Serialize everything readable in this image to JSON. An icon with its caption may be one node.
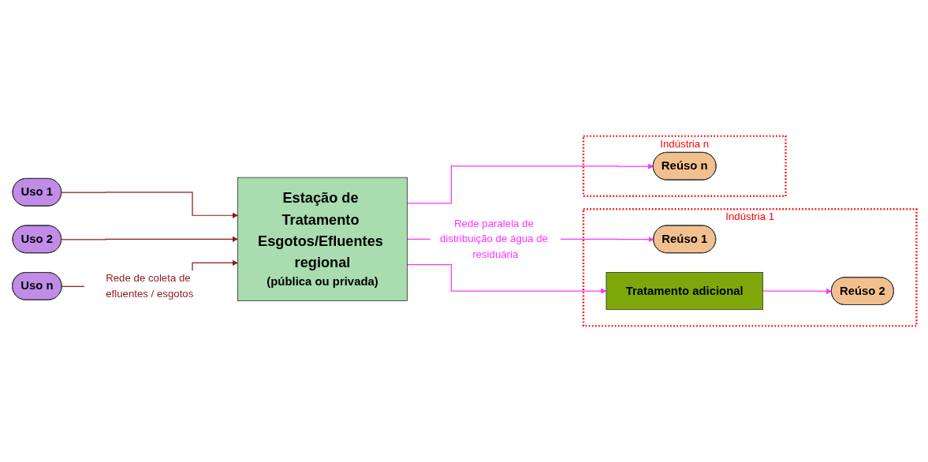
{
  "diagram": {
    "nodes": [
      {
        "text": [
          "Estação de Tratamento Esgotos/Efluentes regional",
          "(pública ou privada)"
        ]
      },
      {
        "text": [
          "Uso 1"
        ]
      },
      {
        "text": [
          "Uso 2"
        ]
      },
      {
        "text": [
          "Uso n"
        ]
      },
      {
        "text": [
          "Indústria 1"
        ]
      },
      {
        "text": [
          "Reúso 1"
        ],
        "in": 4
      },
      {
        "text": [
          "Tratamento adicional"
        ],
        "in": 4
      },
      {
        "text": [
          "Reúso 2"
        ],
        "in": 4
      },
      {
        "text": [
          "Indústria n"
        ]
      },
      {
        "text": [
          "Reúso n"
        ],
        "in": 8
      }
    ],
    "edges": [
      {
        "from": 1,
        "to": 0,
        "arrow": "to",
        "color": "#8b1a1a"
      },
      {
        "from": 2,
        "to": 0,
        "arrow": "to",
        "color": "#8b1a1a"
      },
      {
        "from": 3,
        "to": 0,
        "arrow": "to",
        "color": "#8b1a1a",
        "label": "Rede de coleta de efluentes / esgotos"
      },
      {
        "from": 0,
        "to": 5,
        "arrow": "to",
        "label": "Rede paralela de distribuição de água de residuária"
      },
      {
        "from": 0,
        "to": 6,
        "arrow": "to"
      },
      {
        "from": 0,
        "to": 9,
        "arrow": "to"
      },
      {
        "from": 6,
        "to": 7,
        "arrow": "to"
      }
    ]
  }
}
